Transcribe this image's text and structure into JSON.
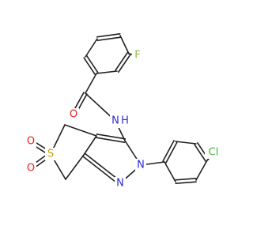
{
  "colors": {
    "bond": "#222222",
    "F": "#8fbe3f",
    "O": "#e8201c",
    "N": "#2b2bd9",
    "S": "#c9a400",
    "Cl": "#3fb33f",
    "background": "#ffffff"
  },
  "molecule": {
    "atoms": [
      {
        "id": "F",
        "label": "F",
        "element": "F"
      },
      {
        "id": "O_amide",
        "label": "O",
        "element": "O"
      },
      {
        "id": "NH",
        "label": "N",
        "sub": "H",
        "element": "N"
      },
      {
        "id": "N2",
        "label": "N",
        "element": "N"
      },
      {
        "id": "N1",
        "label": "N",
        "element": "N"
      },
      {
        "id": "S",
        "label": "S",
        "element": "S"
      },
      {
        "id": "O_s1",
        "label": "O",
        "element": "O"
      },
      {
        "id": "O_s2",
        "label": "O",
        "element": "O"
      },
      {
        "id": "Cl",
        "label": "Cl",
        "element": "Cl"
      }
    ]
  }
}
